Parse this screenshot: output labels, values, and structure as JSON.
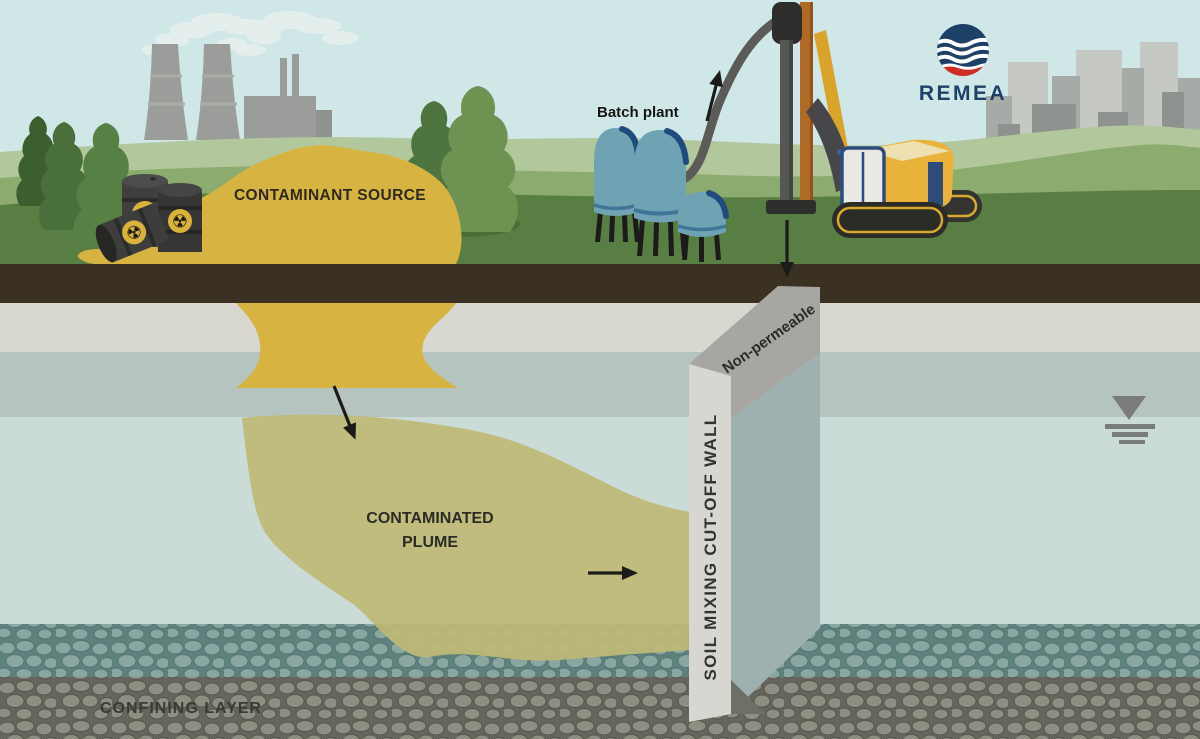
{
  "labels": {
    "batch_plant": "Batch plant",
    "contaminant_source": "CONTAMINANT SOURCE",
    "contaminated_plume_line1": "CONTAMINATED",
    "contaminated_plume_line2": "PLUME",
    "cutoff_wall": "SOIL MIXING CUT-OFF WALL",
    "non_permeable": "Non-permeable",
    "confining_layer": "CONFINING LAYER",
    "brand": "REMEA"
  },
  "icons": {
    "radiation_glyph": "☢"
  },
  "colors": {
    "sky": "#cfe8e7",
    "grass_light": "#b2c89c",
    "grass_mid": "#8cab6e",
    "grass_dark": "#597e43",
    "topsoil_brown": "#3b3123",
    "vadose_gray": "#d8d8d0",
    "capillary_gray_green": "#b6c4c0",
    "aquifer_blue": "#cbdcd8",
    "plume_olive": "#bdb976",
    "source_yellow": "#d7b442",
    "wall_front": "#d8d6d0",
    "wall_side": "#a7a6a2",
    "wall_submerged": "#9eb1b0",
    "confining_gray": "#75756b",
    "confining_teal": "#6e8c88",
    "brand_navy": "#1d4067",
    "brand_red": "#cf2c24",
    "machine_yellow": "#e9b23a",
    "silo_blue": "#6fa2b3",
    "arrow_black": "#1b1b19"
  }
}
